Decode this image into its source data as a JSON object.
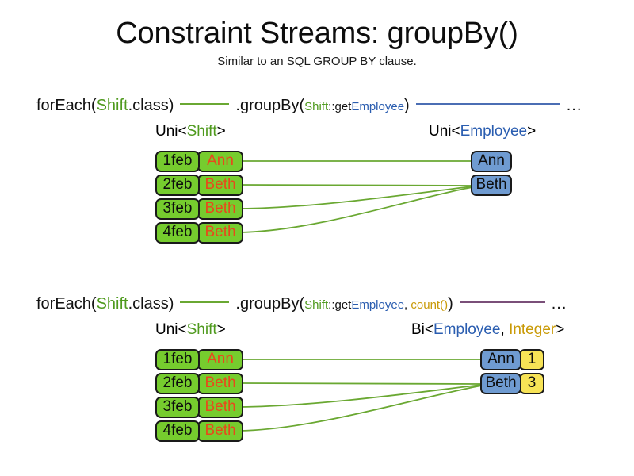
{
  "page": {
    "title": "Constraint Streams: groupBy()",
    "subtitle": "Similar to an SQL GROUP BY clause."
  },
  "colors": {
    "green_text": "#4f9a1e",
    "blue_text": "#2a5db0",
    "gold_text": "#c99a07",
    "orange_text": "#e8491c",
    "shift_box_fill": "#76cc2e",
    "employee_box_fill": "#6f9bd1",
    "count_box_fill": "#f7e356",
    "box_stroke": "#1a1a1a",
    "link_green": "#6aa832",
    "rule_green": "#6aa832",
    "rule_blue": "#4b6eb4",
    "rule_purple": "#7a4f79"
  },
  "sections": [
    {
      "id": "groupby-key-only",
      "code": {
        "for_each_prefix": "forEach(",
        "for_each_type": "Shift",
        "for_each_suffix": ".class)",
        "group_by_prefix": ".groupBy(",
        "mapper_type": "Shift",
        "mapper_sep": "::get",
        "mapper_prop": "Employee",
        "group_by_suffix": ")",
        "ellipsis": "..."
      },
      "left_label": {
        "prefix": "Uni<",
        "type": "Shift",
        "suffix": ">"
      },
      "right_label": {
        "prefix": "Uni<",
        "type": "Employee",
        "suffix": ">"
      },
      "shifts": [
        {
          "date": "1feb",
          "employee": "Ann"
        },
        {
          "date": "2feb",
          "employee": "Beth"
        },
        {
          "date": "3feb",
          "employee": "Beth"
        },
        {
          "date": "4feb",
          "employee": "Beth"
        }
      ],
      "groups": [
        {
          "employee": "Ann"
        },
        {
          "employee": "Beth"
        }
      ],
      "links": [
        {
          "from": 0,
          "to": 0
        },
        {
          "from": 1,
          "to": 1
        },
        {
          "from": 2,
          "to": 1
        },
        {
          "from": 3,
          "to": 1
        }
      ]
    },
    {
      "id": "groupby-key-and-count",
      "code": {
        "for_each_prefix": "forEach(",
        "for_each_type": "Shift",
        "for_each_suffix": ".class)",
        "group_by_prefix": ".groupBy(",
        "mapper_type": "Shift",
        "mapper_sep": "::get",
        "mapper_prop": "Employee",
        "collector_sep": ", ",
        "collector": "count()",
        "group_by_suffix": ")",
        "ellipsis": "..."
      },
      "left_label": {
        "prefix": "Uni<",
        "type": "Shift",
        "suffix": ">"
      },
      "right_label": {
        "prefix": "Bi<",
        "type": "Employee",
        "sep": ", ",
        "type2": "Integer",
        "suffix": ">"
      },
      "shifts": [
        {
          "date": "1feb",
          "employee": "Ann"
        },
        {
          "date": "2feb",
          "employee": "Beth"
        },
        {
          "date": "3feb",
          "employee": "Beth"
        },
        {
          "date": "4feb",
          "employee": "Beth"
        }
      ],
      "groups": [
        {
          "employee": "Ann",
          "count": "1"
        },
        {
          "employee": "Beth",
          "count": "3"
        }
      ],
      "links": [
        {
          "from": 0,
          "to": 0
        },
        {
          "from": 1,
          "to": 1
        },
        {
          "from": 2,
          "to": 1
        },
        {
          "from": 3,
          "to": 1
        }
      ]
    }
  ]
}
